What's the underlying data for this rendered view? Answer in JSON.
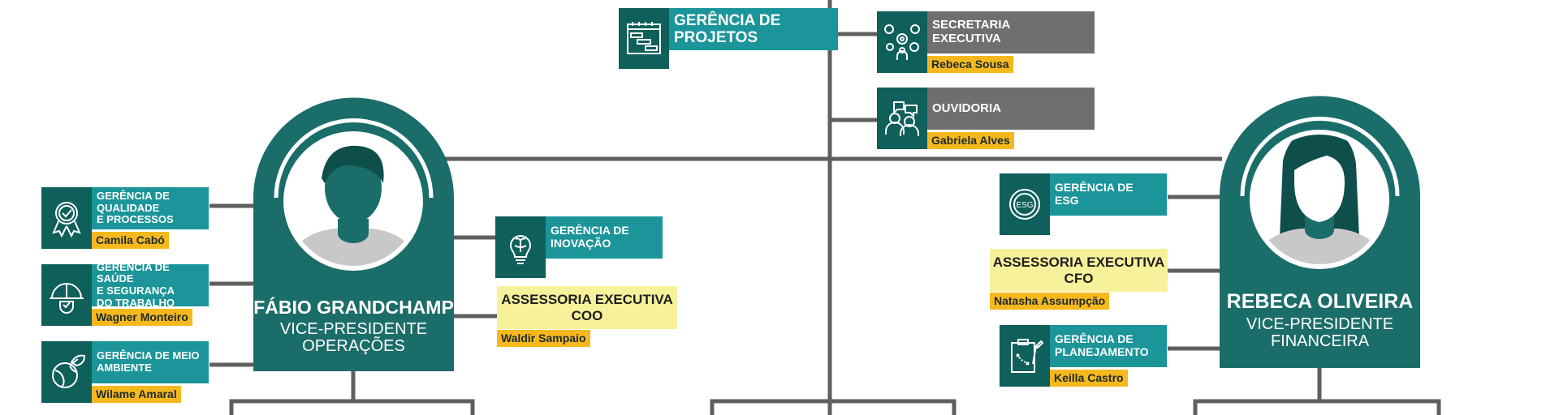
{
  "colors": {
    "teal_dark": "#0f5f5a",
    "teal": "#1b9599",
    "gray_box": "#6f6f6f",
    "name_yellow": "#f5b81d",
    "assessoria_yellow": "#f8f19b",
    "line": "#5f5f5f"
  },
  "top": {
    "projetos": {
      "title": "GERÊNCIA DE\nPROJETOS",
      "icon": "gantt-chart-icon"
    },
    "secretaria": {
      "title": "SECRETARIA\nEXECUTIVA",
      "person": "Rebeca Sousa",
      "icon": "team-settings-icon"
    },
    "ouvidoria": {
      "title": "OUVIDORIA",
      "person": "Gabriela Alves",
      "icon": "people-chat-icon"
    }
  },
  "left_vp": {
    "name": "FÁBIO GRANDCHAMP",
    "role": "VICE-PRESIDENTE\nOPERAÇÕES",
    "avatar": "male-avatar-icon"
  },
  "left_units": [
    {
      "title": "GERÊNCIA DE\nQUALIDADE\nE PROCESSOS",
      "person": "Camila Cabó",
      "icon": "quality-medal-icon"
    },
    {
      "title": "GERÊNCIA DE SAÚDE\nE SEGURANÇA\nDO TRABALHO",
      "person": "Wagner Monteiro",
      "icon": "safety-helmet-icon"
    },
    {
      "title": "GERÊNCIA DE MEIO\nAMBIENTE",
      "person": "Wilame Amaral",
      "icon": "eco-globe-icon"
    }
  ],
  "left_right_units": {
    "inovacao": {
      "title": "GERÊNCIA DE\nINOVAÇÃO",
      "icon": "brain-bulb-icon"
    },
    "assessoria_coo": {
      "title": "ASSESSORIA EXECUTIVA\nCOO",
      "person": "Waldir Sampaio"
    }
  },
  "right_vp": {
    "name": "REBECA OLIVEIRA",
    "role": "VICE-PRESIDENTE\nFINANCEIRA",
    "avatar": "female-avatar-icon"
  },
  "right_units": {
    "esg": {
      "title": "GERÊNCIA DE\nESG",
      "icon": "esg-cycle-icon"
    },
    "assessoria_cfo": {
      "title": "ASSESSORIA EXECUTIVA\nCFO",
      "person": "Natasha Assumpção"
    },
    "planejamento": {
      "title": "GERÊNCIA DE\nPLANEJAMENTO",
      "person": "Keilla Castro",
      "icon": "clipboard-plan-icon"
    }
  }
}
